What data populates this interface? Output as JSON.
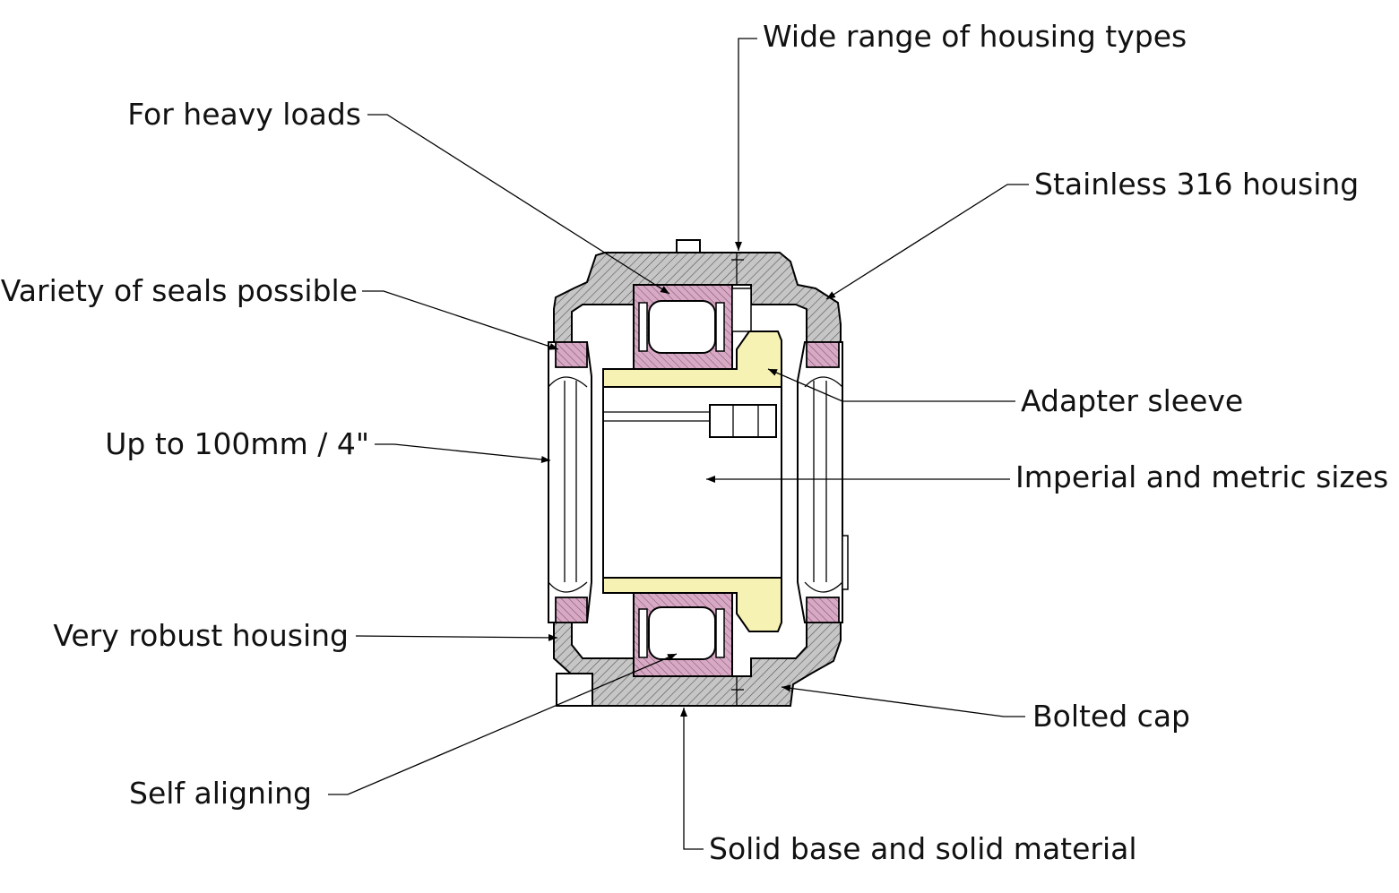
{
  "labels": {
    "housing_types": "Wide range of housing types",
    "heavy_loads": "For heavy loads",
    "stainless": "Stainless 316 housing",
    "seals": "Variety of seals possible",
    "adapter": "Adapter sleeve",
    "up_to": "Up to 100mm / 4\"",
    "sizes": "Imperial and metric sizes",
    "robust": "Very robust housing",
    "bolted": "Bolted cap",
    "self_aligning": "Self aligning",
    "solid_base": "Solid base and solid material"
  },
  "colors": {
    "housing": "#c4c4c4",
    "bearing_seal": "#d7a9c4",
    "sleeve": "#f6f2b4",
    "outline": "#000000"
  }
}
